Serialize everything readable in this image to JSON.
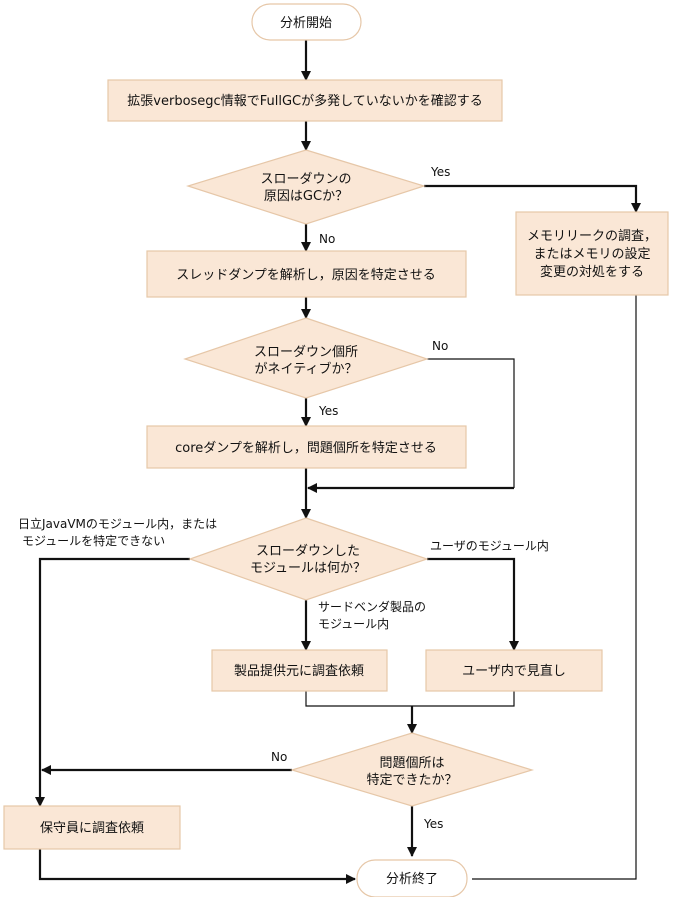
{
  "nodes": {
    "start": "分析開始",
    "check_gc": "拡張verbosegc情報でFullGCが多発していないかを確認する",
    "dec_gc": [
      "スローダウンの",
      "原因はGCか？"
    ],
    "memory_leak": [
      "メモリリークの調査，",
      "またはメモリの設定",
      "変更の対処をする"
    ],
    "thread_dump": "スレッドダンプを解析し，原因を特定させる",
    "dec_native": [
      "スローダウン個所",
      "がネイティブか？"
    ],
    "core_dump": "coreダンプを解析し，問題個所を特定させる",
    "dec_module": [
      "スローダウンした",
      "モジュールは何か？"
    ],
    "vendor_request": "製品提供元に調査依頼",
    "user_review": "ユーザ内で見直し",
    "dec_found": [
      "問題個所は",
      "特定できたか？"
    ],
    "maintainer_request": "保守員に調査依頼",
    "end": "分析終了"
  },
  "edges": {
    "gc_yes": "Yes",
    "gc_no": "No",
    "native_no": "No",
    "native_yes": "Yes",
    "module_hitachi": [
      "日立JavaVMのモジュール内，または",
      "モジュールを特定できない"
    ],
    "module_user": "ユーザのモジュール内",
    "module_vendor": [
      "サードベンダ製品の",
      "モジュール内"
    ],
    "found_no": "No",
    "found_yes": "Yes"
  }
}
